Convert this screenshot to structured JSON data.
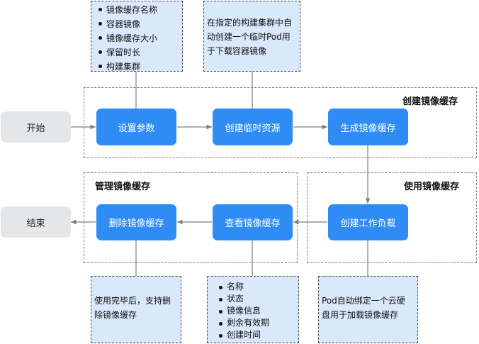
{
  "groups": {
    "create": "创建镜像缓存",
    "use": "使用镜像缓存",
    "manage": "管理镜像缓存"
  },
  "nodes": {
    "start": "开始",
    "set_params": "设置参数",
    "create_temp": "创建临时资源",
    "generate_cache": "生成镜像缓存",
    "create_workload": "创建工作负载",
    "view_cache": "查看镜像缓存",
    "delete_cache": "删除镜像缓存",
    "end": "结束"
  },
  "notes": {
    "params": [
      "镜像缓存名称",
      "容器镜像",
      "镜像缓存大小",
      "保留时长",
      "构建集群"
    ],
    "temp_lines": [
      "在指定的构建集群中自",
      "动创建一个临时Pod用",
      "于下载容器镜像"
    ],
    "view": [
      "名称",
      "状态",
      "镜像信息",
      "剩余有效期",
      "创建时间"
    ],
    "workload_lines": [
      "Pod自动绑定一个云硬",
      "盘用于加载镜像缓存"
    ],
    "delete_lines": [
      "使用完毕后，支持删",
      "除镜像缓存"
    ]
  },
  "colors": {
    "node_blue": "#2f8cf4",
    "terminal_gray": "#e4e6e8",
    "note_fill": "#d9e8fb",
    "connector": "#7f7f7f"
  }
}
